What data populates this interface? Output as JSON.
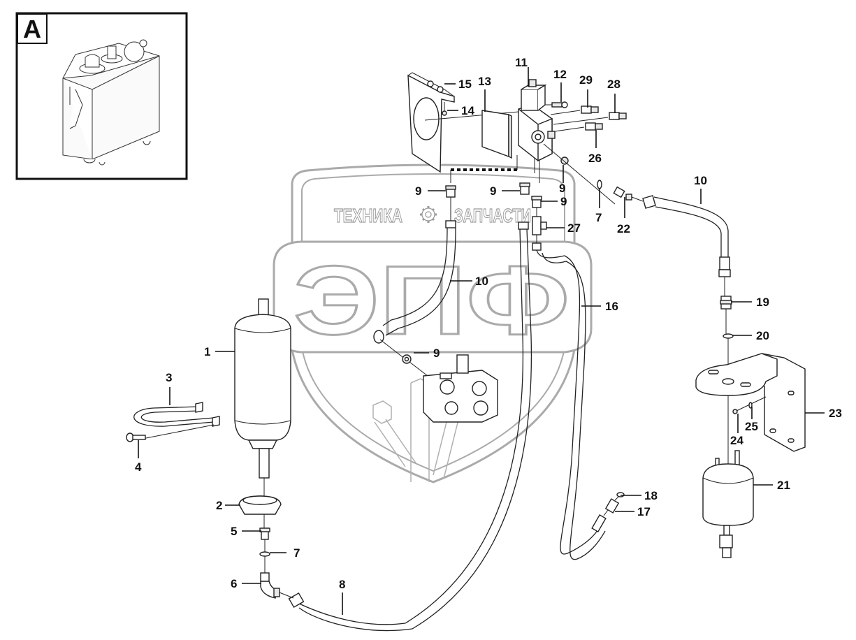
{
  "inset": {
    "letter": "A",
    "description": "hydraulic-tank"
  },
  "watermark": {
    "top_left": "ТЕХНИКА",
    "top_right": "ЗАПЧАСТИ",
    "big": "ЭПФ",
    "color": "#aaaaaa"
  },
  "callouts": [
    {
      "id": "c1",
      "label": "1"
    },
    {
      "id": "c2",
      "label": "2"
    },
    {
      "id": "c3",
      "label": "3"
    },
    {
      "id": "c4",
      "label": "4"
    },
    {
      "id": "c5",
      "label": "5"
    },
    {
      "id": "c6",
      "label": "6"
    },
    {
      "id": "c7a",
      "label": "7"
    },
    {
      "id": "c7b",
      "label": "7"
    },
    {
      "id": "c8",
      "label": "8"
    },
    {
      "id": "c9a",
      "label": "9"
    },
    {
      "id": "c9b",
      "label": "9"
    },
    {
      "id": "c9c",
      "label": "9"
    },
    {
      "id": "c9d",
      "label": "9"
    },
    {
      "id": "c9e",
      "label": "9"
    },
    {
      "id": "c10a",
      "label": "10"
    },
    {
      "id": "c10b",
      "label": "10"
    },
    {
      "id": "c11",
      "label": "11"
    },
    {
      "id": "c12",
      "label": "12"
    },
    {
      "id": "c13",
      "label": "13"
    },
    {
      "id": "c14",
      "label": "14"
    },
    {
      "id": "c15",
      "label": "15"
    },
    {
      "id": "c16",
      "label": "16"
    },
    {
      "id": "c17",
      "label": "17"
    },
    {
      "id": "c18",
      "label": "18"
    },
    {
      "id": "c19",
      "label": "19"
    },
    {
      "id": "c20",
      "label": "20"
    },
    {
      "id": "c21",
      "label": "21"
    },
    {
      "id": "c22",
      "label": "22"
    },
    {
      "id": "c23",
      "label": "23"
    },
    {
      "id": "c24",
      "label": "24"
    },
    {
      "id": "c25",
      "label": "25"
    },
    {
      "id": "c26",
      "label": "26"
    },
    {
      "id": "c27",
      "label": "27"
    },
    {
      "id": "c28",
      "label": "28"
    },
    {
      "id": "c29",
      "label": "29"
    }
  ]
}
